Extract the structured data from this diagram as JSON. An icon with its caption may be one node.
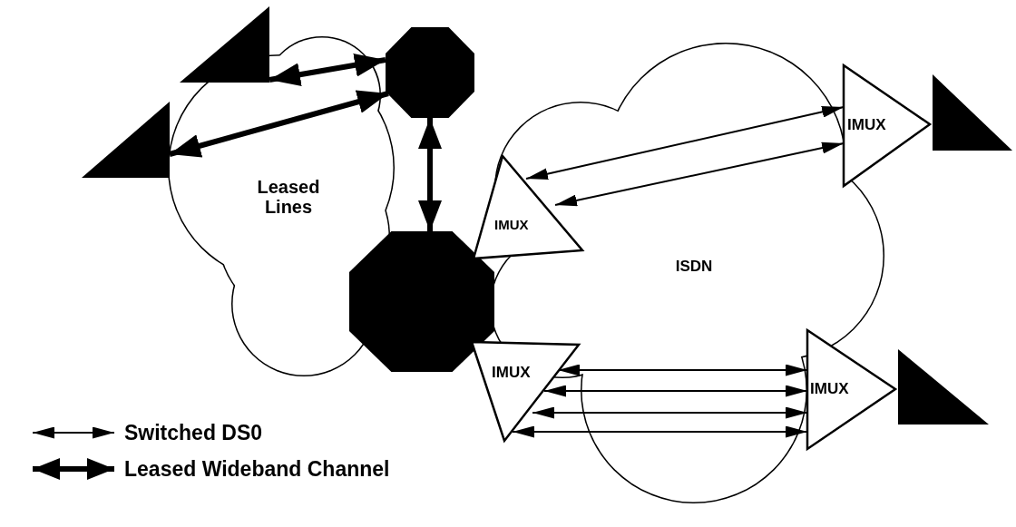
{
  "diagram": {
    "nodes": [
      {
        "text": [],
        "shape": "triangle"
      },
      {
        "text": [],
        "shape": "triangle"
      },
      {
        "text": [],
        "shape": "octagon"
      },
      {
        "text": [],
        "shape": "octagon"
      },
      {
        "text": [
          "IMUX"
        ]
      },
      {
        "text": [
          "IMUX"
        ]
      },
      {
        "text": [],
        "shape": "triangle"
      },
      {
        "text": [
          "IMUX"
        ]
      },
      {
        "text": [
          "IMUX"
        ]
      },
      {
        "text": [],
        "shape": "triangle"
      }
    ],
    "edges": [
      {
        "from": 0,
        "to": 2,
        "arrow": "both",
        "style": "thick"
      },
      {
        "from": 1,
        "to": 2,
        "arrow": "both",
        "style": "thick"
      },
      {
        "from": 2,
        "to": 3,
        "arrow": "both",
        "style": "thick"
      },
      {
        "from": 4,
        "to": 5,
        "arrow": "both"
      },
      {
        "from": 4,
        "to": 5,
        "arrow": "both"
      },
      {
        "from": 7,
        "to": 8,
        "arrow": "both"
      },
      {
        "from": 7,
        "to": 8,
        "arrow": "both"
      },
      {
        "from": 7,
        "to": 8,
        "arrow": "both"
      },
      {
        "from": 7,
        "to": 8,
        "arrow": "both"
      }
    ],
    "labels": [
      "Leased Lines",
      "ISDN"
    ],
    "legend": [
      {
        "text": "Switched DS0"
      },
      {
        "text": "Leased Wideband Channel"
      }
    ]
  }
}
